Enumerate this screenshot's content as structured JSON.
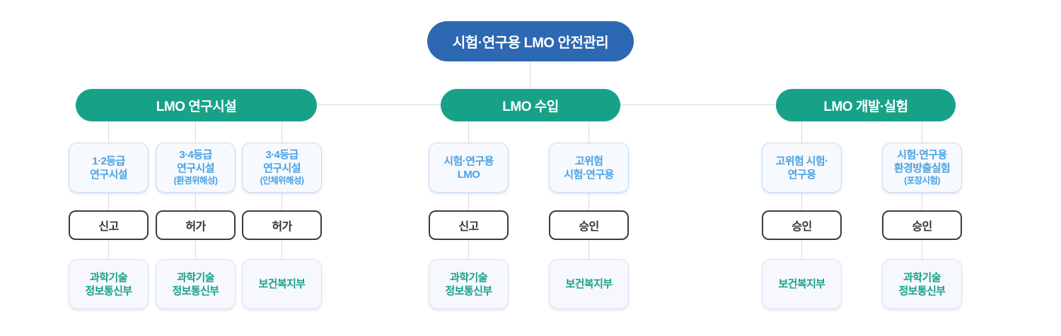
{
  "title": "시험·연구용 LMO 안전관리",
  "colors": {
    "root_bg": "#2d68b2",
    "branch_bg": "#17a288",
    "type_text": "#4ba1e1",
    "type_border": "#c8daf2",
    "action_border": "#3c3c3c",
    "ministry_text": "#17a288",
    "connector_line": "#d9d9d9"
  },
  "root": {
    "label": "시험·연구용 LMO 안전관리"
  },
  "branches": [
    {
      "label": "LMO 연구시설",
      "columns": [
        {
          "type_lines": [
            "1·2등급",
            "연구시설"
          ],
          "action": "신고",
          "ministry_lines": [
            "과학기술",
            "정보통신부"
          ]
        },
        {
          "type_lines": [
            "3·4등급",
            "연구시설"
          ],
          "type_note": "(환경위해성)",
          "action": "허가",
          "ministry_lines": [
            "과학기술",
            "정보통신부"
          ]
        },
        {
          "type_lines": [
            "3·4등급",
            "연구시설"
          ],
          "type_note": "(인체위해성)",
          "action": "허가",
          "ministry_lines": [
            "보건복지부"
          ]
        }
      ]
    },
    {
      "label": "LMO 수입",
      "columns": [
        {
          "type_lines": [
            "시험·연구용",
            "LMO"
          ],
          "action": "신고",
          "ministry_lines": [
            "과학기술",
            "정보통신부"
          ]
        },
        {
          "type_lines": [
            "고위험",
            "시험·연구용"
          ],
          "action": "승인",
          "ministry_lines": [
            "보건복지부"
          ]
        }
      ]
    },
    {
      "label": "LMO 개발·실험",
      "columns": [
        {
          "type_lines": [
            "고위험 시험·",
            "연구용"
          ],
          "action": "승인",
          "ministry_lines": [
            "보건복지부"
          ]
        },
        {
          "type_lines": [
            "시험·연구용",
            "환경방출실험"
          ],
          "type_note": "(포장시험)",
          "action": "승인",
          "ministry_lines": [
            "과학기술",
            "정보통신부"
          ]
        }
      ]
    }
  ]
}
